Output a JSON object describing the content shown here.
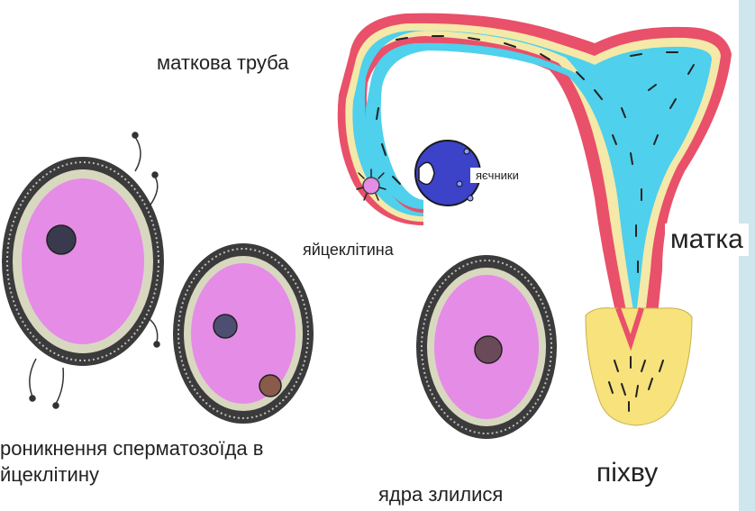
{
  "labels": {
    "tube": "маткова труба",
    "ovaries": "яєчники",
    "egg": "яйцеклітина",
    "uterus": "матка",
    "vagina": "піхву",
    "penetration_line1": "роникнення  сперматозоїда в",
    "penetration_line2": "йцеклітину",
    "fused": "ядра злилися"
  },
  "colors": {
    "uterus_wall": "#e9506a",
    "tube_lumen": "#4fd0ec",
    "wall_lining": "#f4e9a8",
    "cervix": "#f7e27c",
    "ovary": "#3c43c8",
    "egg_cytoplasm": "#e58ce6",
    "egg_membrane": "#555555",
    "side_strip": "#cfe6ee"
  }
}
